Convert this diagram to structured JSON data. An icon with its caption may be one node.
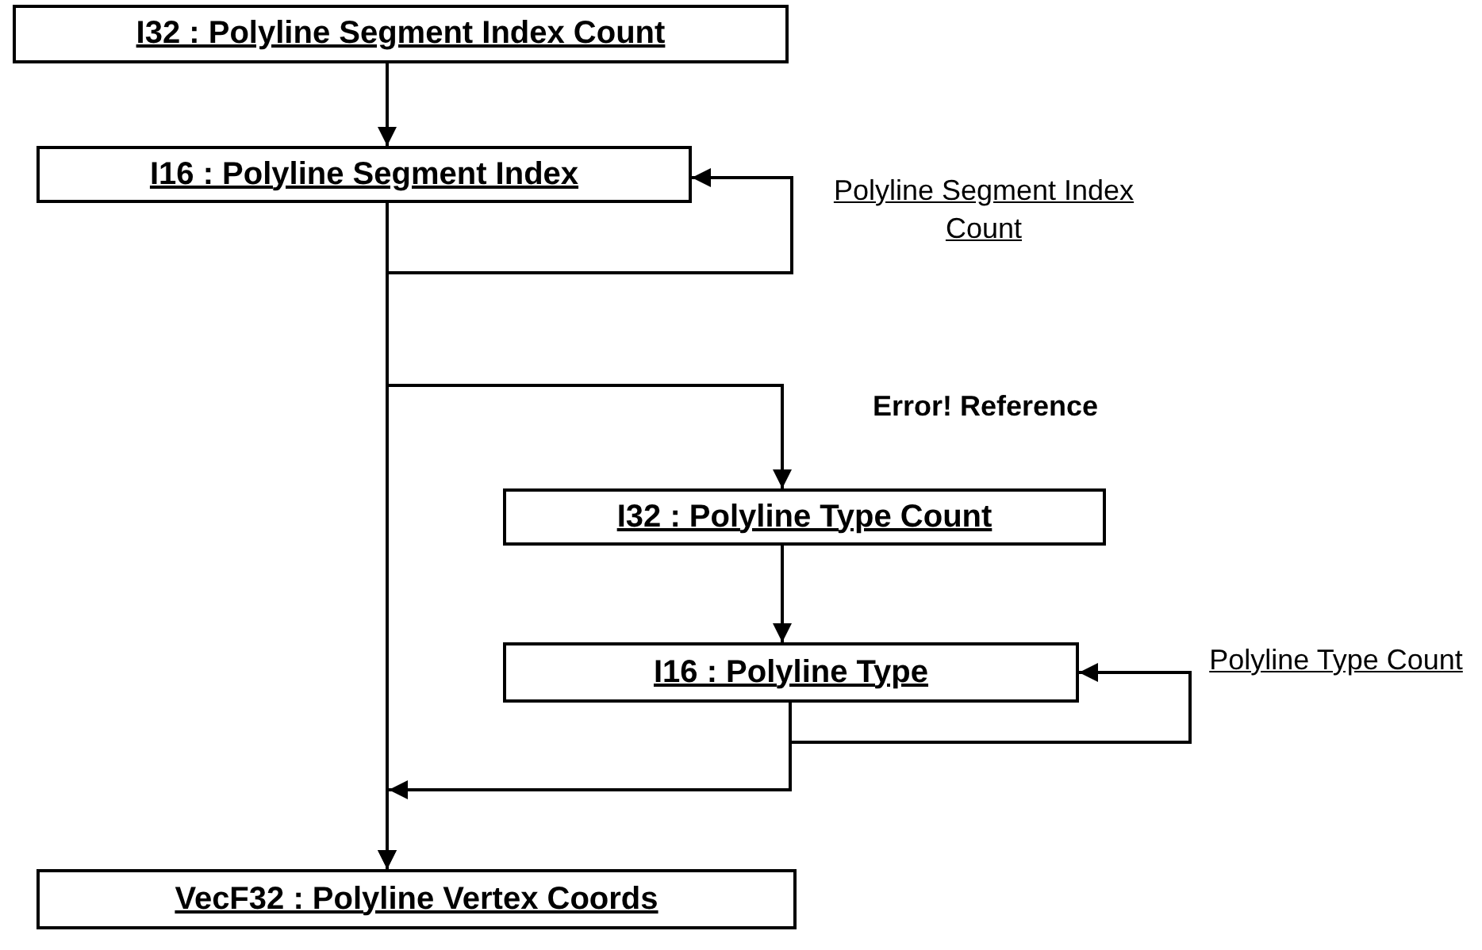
{
  "diagram": {
    "nodes": [
      {
        "text": [
          "I32 : Polyline Segment Index Count"
        ]
      },
      {
        "text": [
          "I16 : Polyline Segment Index"
        ]
      },
      {
        "text": [
          "I32 : Polyline Type Count"
        ]
      },
      {
        "text": [
          "I16 : Polyline Type"
        ]
      },
      {
        "text": [
          "VecF32 : Polyline Vertex Coords"
        ]
      }
    ],
    "edges": [
      {
        "from": 0,
        "to": 1,
        "arrow": "to"
      },
      {
        "from": 1,
        "to": 1,
        "arrow": "to",
        "label": "Polyline Segment Index Count"
      },
      {
        "from": 1,
        "to": 2,
        "arrow": "to"
      },
      {
        "from": 2,
        "to": 3,
        "arrow": "to"
      },
      {
        "from": 3,
        "to": 3,
        "arrow": "to",
        "label": "Polyline Type Count"
      },
      {
        "from": 3,
        "to": 4,
        "arrow": "to"
      },
      {
        "from": 1,
        "to": 4,
        "arrow": "to"
      }
    ],
    "labels": [
      "Error! Reference"
    ]
  }
}
